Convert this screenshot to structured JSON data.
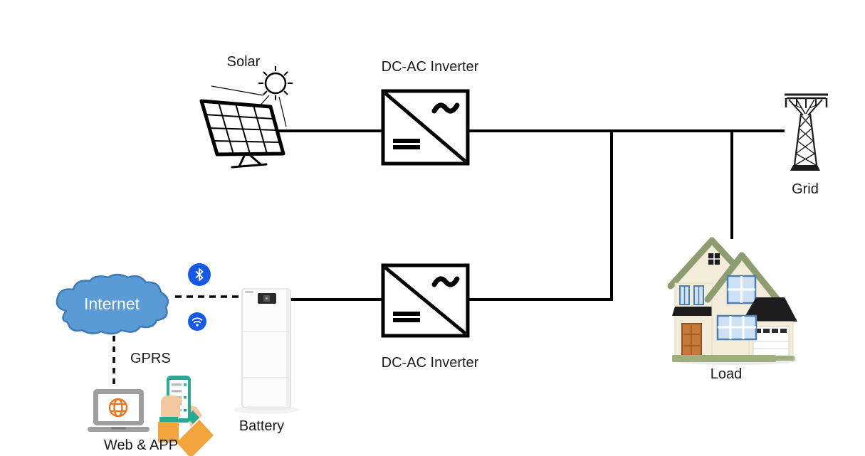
{
  "labels": {
    "solar": "Solar",
    "inverter_top": "DC-AC Inverter",
    "grid": "Grid",
    "internet": "Internet",
    "gprs": "GPRS",
    "battery": "Battery",
    "web_app": "Web & APP",
    "inverter_bottom": "DC-AC Inverter",
    "load": "Load"
  },
  "icons": {
    "solar": "solar-panel-icon",
    "sun": "sun-icon",
    "inverter": "dc-ac-inverter-symbol",
    "grid": "transmission-tower-icon",
    "internet": "internet-cloud-icon",
    "bluetooth": "bluetooth-icon",
    "wifi": "wifi-icon",
    "battery": "battery-cabinet-icon",
    "web": "web-laptop-icon",
    "app": "smartphone-hands-icon",
    "load": "house-icon"
  },
  "colors": {
    "wire": "#000000",
    "cloud_fill": "#5B9BD5",
    "cloud_stroke": "#3F7AB8",
    "icon_blue": "#1659E6",
    "accent_orange": "#E87722",
    "sleeve_orange": "#F2A33C",
    "phone_teal": "#2BA894",
    "house_wall": "#F2ECD9",
    "roof_green": "#8E9D6F",
    "roof_dark": "#1D1D1D",
    "door_orange": "#C87939",
    "window_blue": "#CDE3F5"
  }
}
